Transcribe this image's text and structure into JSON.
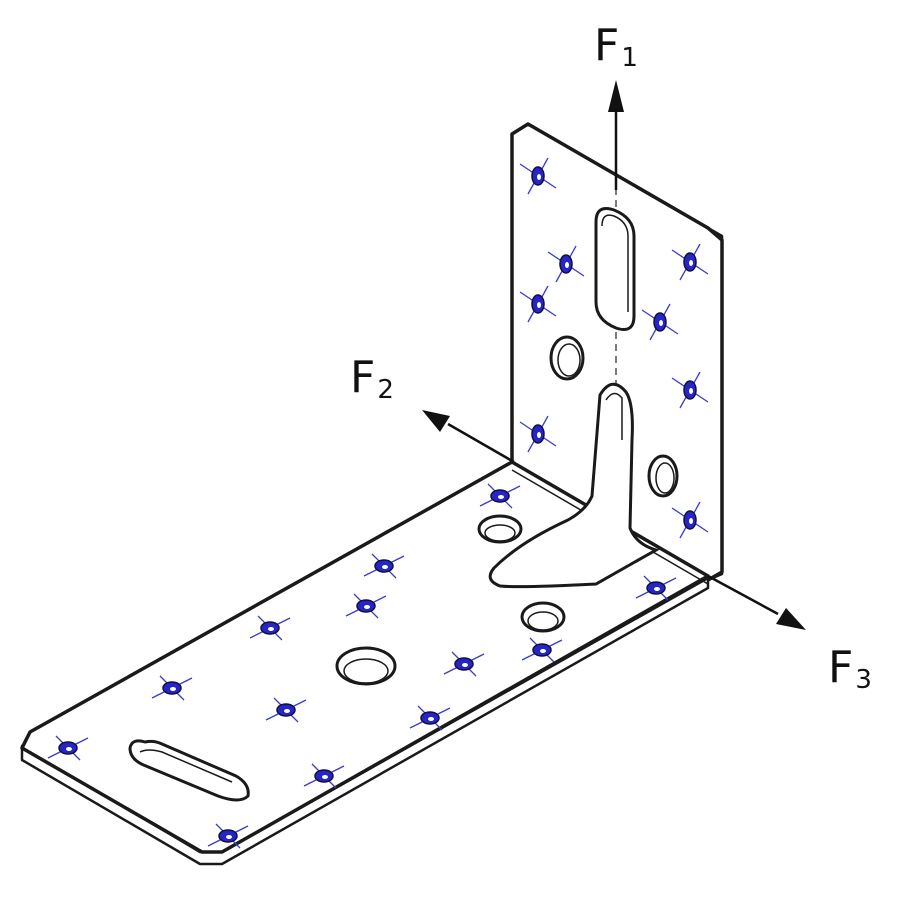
{
  "forces": [
    {
      "symbol": "F",
      "sub": "1"
    },
    {
      "symbol": "F",
      "sub": "2"
    },
    {
      "symbol": "F",
      "sub": "3"
    }
  ],
  "colors": {
    "outline": "#1a1a1a",
    "nail_marks": "#2525c8",
    "background": "#ffffff"
  }
}
